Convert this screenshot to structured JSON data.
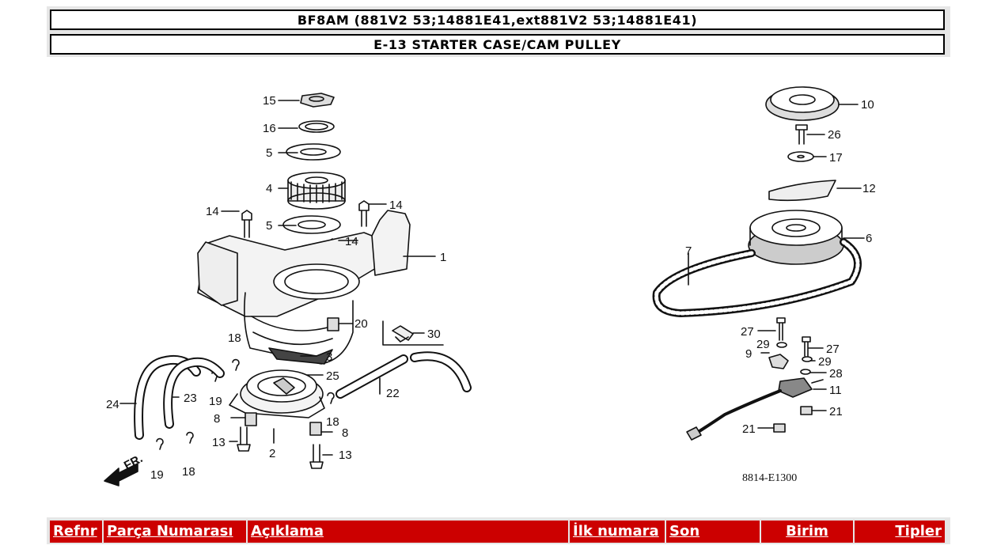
{
  "header": {
    "model": "BF8AM (881V2 53;14881E41,ext881V2 53;14881E41)",
    "section": "E-13 STARTER CASE/CAM PULLEY"
  },
  "diagram": {
    "left_callouts": [
      "15",
      "16",
      "5",
      "4",
      "14",
      "5",
      "14",
      "14",
      "1",
      "20",
      "30",
      "18",
      "3",
      "25",
      "22",
      "24",
      "23",
      "19",
      "8",
      "18",
      "8",
      "13",
      "2",
      "13",
      "19",
      "18"
    ],
    "right_callouts": [
      "10",
      "26",
      "17",
      "12",
      "6",
      "7",
      "27",
      "29",
      "27",
      "9",
      "29",
      "28",
      "11",
      "21",
      "21"
    ],
    "fr_label": "FR.",
    "figure_ref": "8814-E1300"
  },
  "table": {
    "columns": [
      "Refnr",
      "Parça Numarası",
      "Açıklama",
      "İlk numara",
      "Son",
      "Birim",
      "Tipler"
    ]
  }
}
